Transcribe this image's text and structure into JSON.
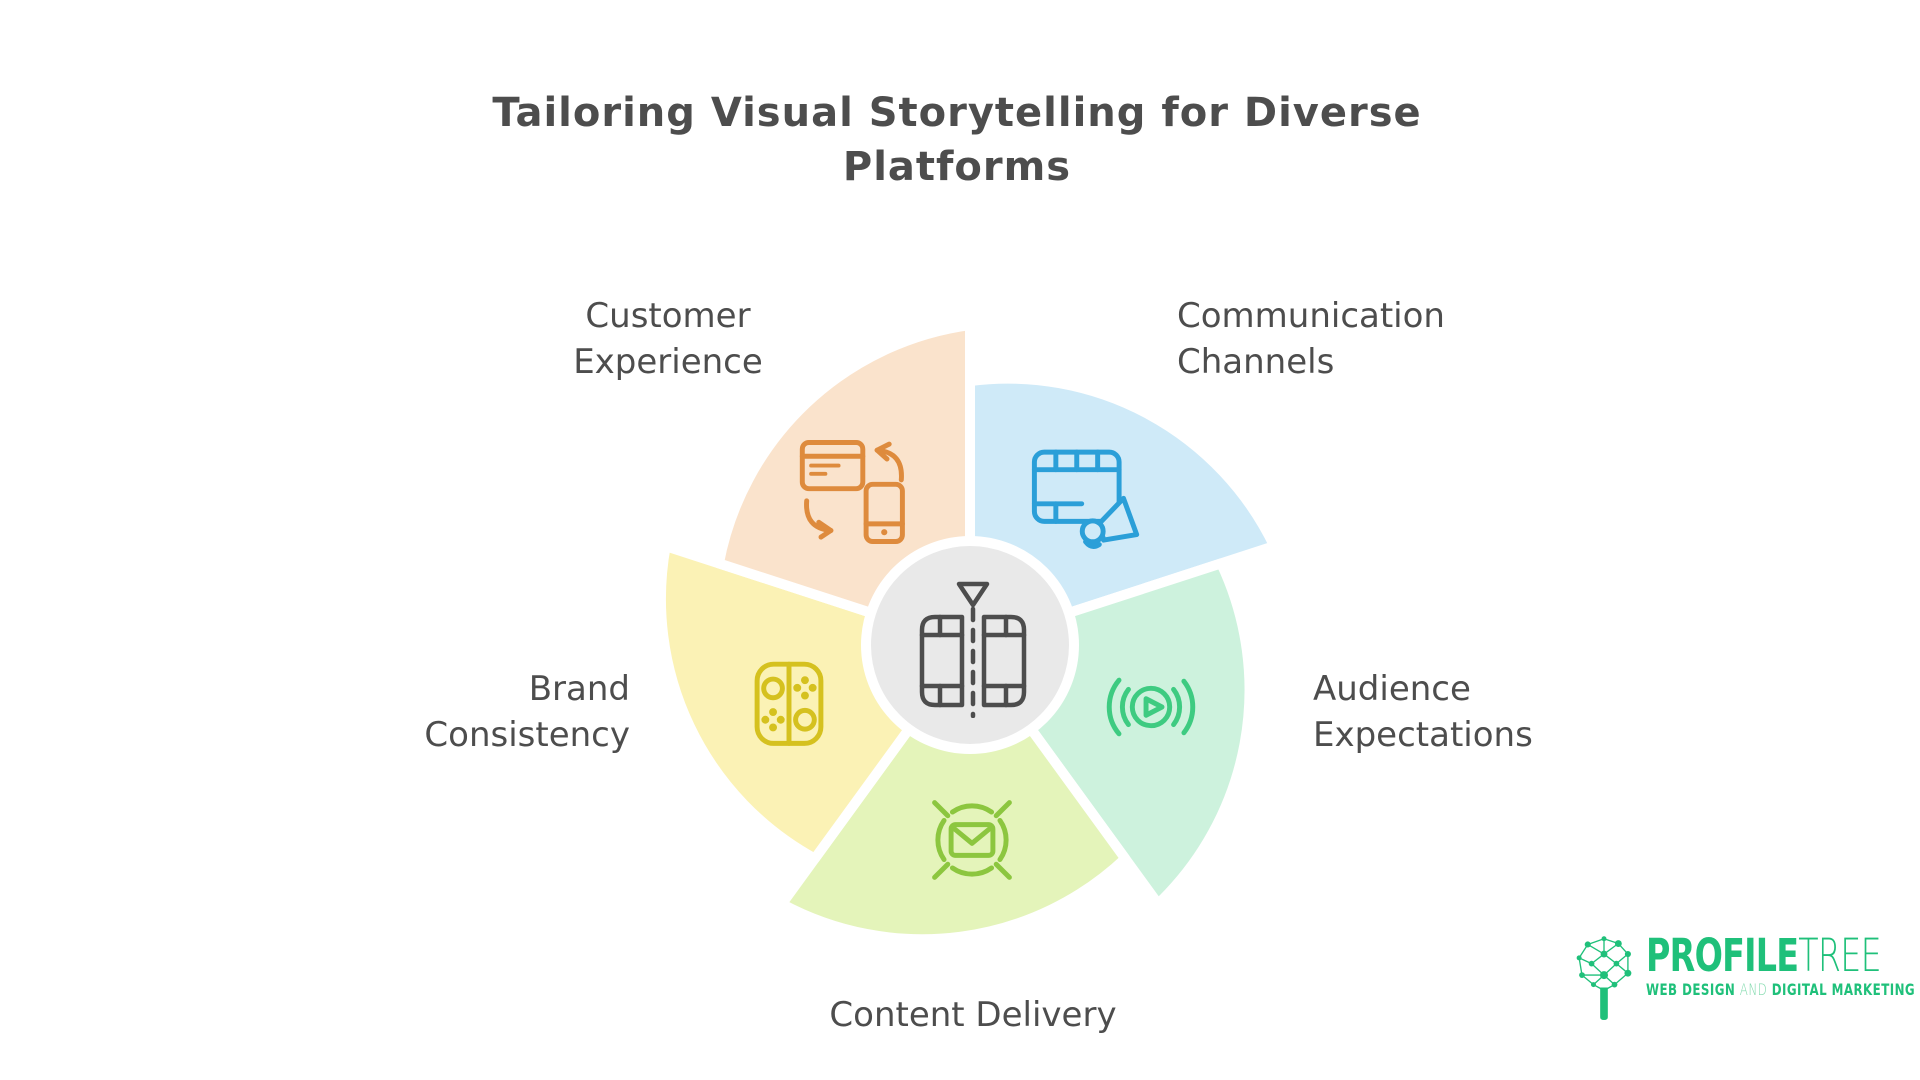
{
  "title": {
    "line1": "Tailoring Visual Storytelling for Diverse",
    "line2": "Platforms"
  },
  "text_color": "#4d4d4d",
  "diagram": {
    "center": {
      "icon": "video-compare-icon",
      "fill": "#e9e9e9",
      "ring_color": "#ffffff",
      "icon_color": "#979797"
    },
    "segments": [
      {
        "id": "communication-channels",
        "label_line1": "Communication",
        "label_line2": "Channels",
        "fill": "#cfeaf8",
        "icon": "film-megaphone-icon",
        "icon_color": "#2b9fd8"
      },
      {
        "id": "audience-expectations",
        "label_line1": "Audience",
        "label_line2": "Expectations",
        "fill": "#cdf2dd",
        "icon": "broadcast-play-icon",
        "icon_color": "#3ecb81"
      },
      {
        "id": "content-delivery",
        "label_line1": "Content Delivery",
        "label_line2": "",
        "fill": "#e4f4ba",
        "icon": "envelope-target-icon",
        "icon_color": "#8cc63f"
      },
      {
        "id": "brand-consistency",
        "label_line1": "Brand",
        "label_line2": "Consistency",
        "fill": "#fbf2b5",
        "icon": "game-controller-icon",
        "icon_color": "#d5c11f"
      },
      {
        "id": "customer-experience",
        "label_line1": "Customer",
        "label_line2": "Experience",
        "fill": "#fae3cc",
        "icon": "device-sync-icon",
        "icon_color": "#de8b3d"
      }
    ]
  },
  "logo": {
    "name_bold": "PROFILE",
    "name_light": "TREE",
    "tagline_part1": "WEB DESIGN",
    "tagline_and": "AND",
    "tagline_part2": "DIGITAL MARKETING",
    "brand_color": "#1fc07a",
    "brand_color_light": "#7ed9ab"
  }
}
